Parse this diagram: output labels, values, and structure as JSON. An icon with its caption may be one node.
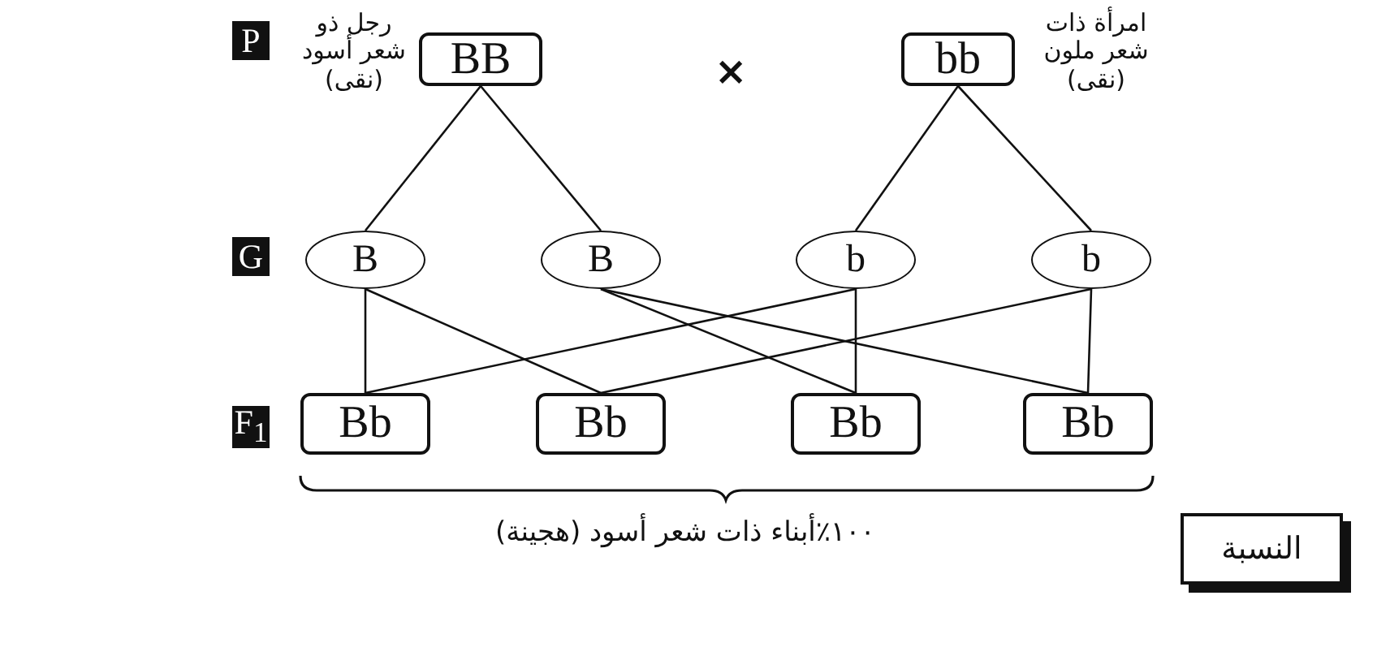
{
  "diagram": {
    "nodes": [
      {
        "text": [
          "P"
        ]
      },
      {
        "text": [
          "BB"
        ],
        "beside": [
          "رجل ذو شعر أسود (نقى)"
        ]
      },
      {
        "text": [
          "bb"
        ],
        "beside": [
          "امرأة ذات شعر ملون (نقى)"
        ]
      },
      {
        "text": [
          "G"
        ]
      },
      {
        "text": [
          "B"
        ]
      },
      {
        "text": [
          "B"
        ]
      },
      {
        "text": [
          "b"
        ]
      },
      {
        "text": [
          "b"
        ]
      },
      {
        "text": [
          "F$_{1}$"
        ]
      },
      {
        "text": [
          "Bb"
        ]
      },
      {
        "text": [
          "Bb"
        ]
      },
      {
        "text": [
          "Bb"
        ]
      },
      {
        "text": [
          "Bb"
        ]
      },
      {
        "text": [
          "النسبة"
        ]
      }
    ],
    "edges": [
      {
        "from": 1,
        "to": 4,
        "arrow": "none"
      },
      {
        "from": 1,
        "to": 5,
        "arrow": "none"
      },
      {
        "from": 2,
        "to": 6,
        "arrow": "none"
      },
      {
        "from": 2,
        "to": 7,
        "arrow": "none"
      },
      {
        "from": 4,
        "to": 9,
        "arrow": "none"
      },
      {
        "from": 4,
        "to": 10,
        "arrow": "none"
      },
      {
        "from": 5,
        "to": 11,
        "arrow": "none"
      },
      {
        "from": 5,
        "to": 12,
        "arrow": "none"
      },
      {
        "from": 6,
        "to": 9,
        "arrow": "none"
      },
      {
        "from": 6,
        "to": 11,
        "arrow": "none"
      },
      {
        "from": 7,
        "to": 10,
        "arrow": "none"
      },
      {
        "from": 7,
        "to": 12,
        "arrow": "none"
      }
    ],
    "labels": [
      "×",
      "١٠٠٪أبناء ذات شعر أسود (هجينة)"
    ]
  }
}
